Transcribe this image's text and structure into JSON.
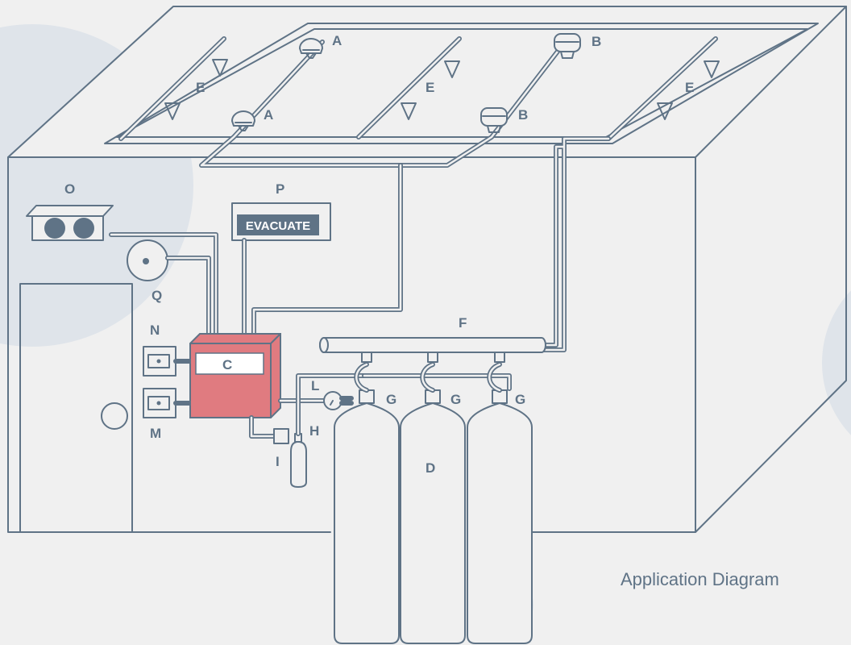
{
  "labels": {
    "a1": "A",
    "a2": "A",
    "b1": "B",
    "b2": "B",
    "c": "C",
    "d": "D",
    "e1": "E",
    "e2": "E",
    "e3": "E",
    "f": "F",
    "g1": "G",
    "g2": "G",
    "g3": "G",
    "h": "H",
    "i": "I",
    "l": "L",
    "m": "M",
    "n": "N",
    "o": "O",
    "p": "P",
    "q": "Q"
  },
  "evacuate_sign": "EVACUATE",
  "caption": "Application Diagram",
  "colors": {
    "line": "#5f7386",
    "background": "#f0f0f0",
    "panel": "#e07b80",
    "backdrop_circle": "#dfe4ea"
  }
}
